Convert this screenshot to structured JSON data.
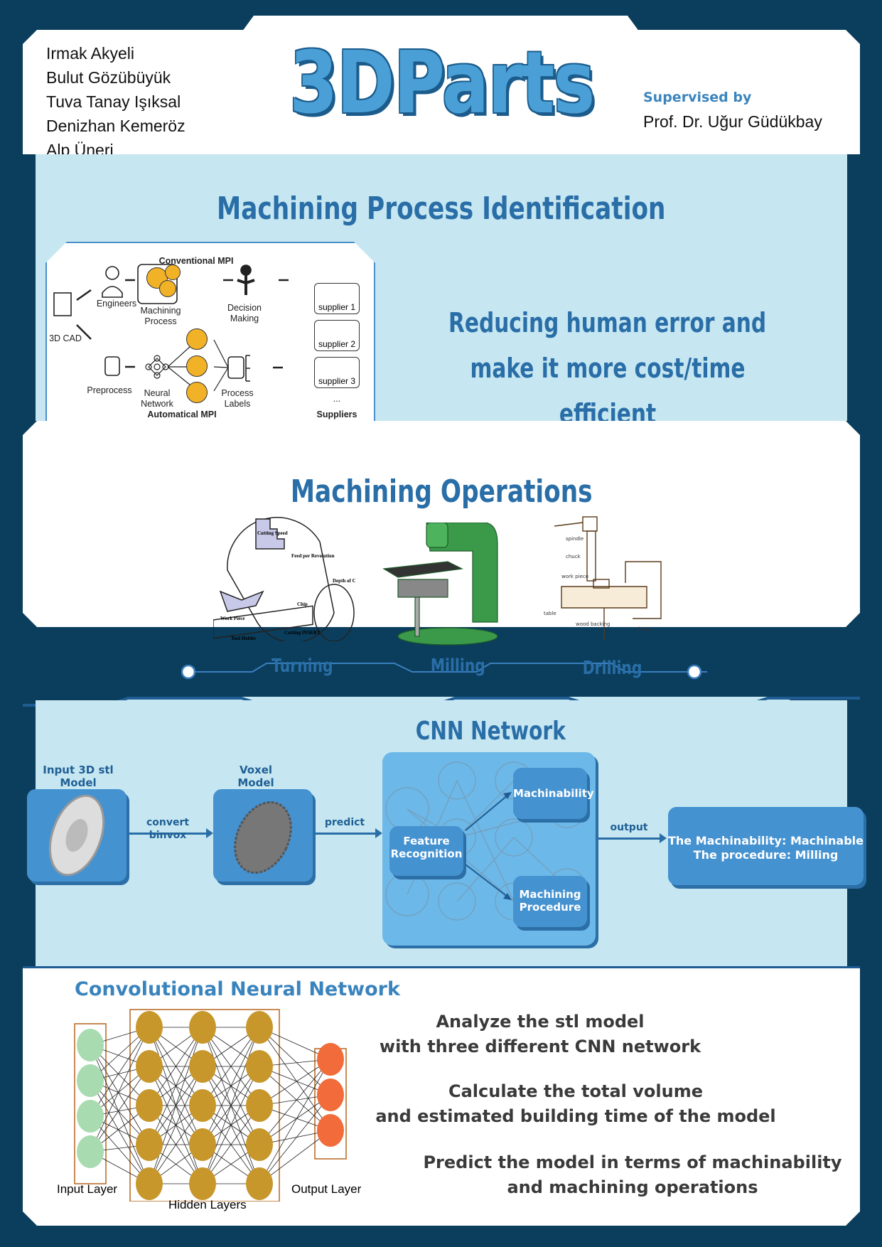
{
  "header": {
    "authors": [
      "Irmak Akyeli",
      "Bulut Gözübüyük",
      "Tuva Tanay Işıksal",
      "Denizhan Kemeröz",
      "Alp Üneri"
    ],
    "logo": "3DParts",
    "supervised_label": "Supervised by",
    "supervisor": "Prof. Dr. Uğur Güdükbay"
  },
  "mpi": {
    "title": "Machining Process Identification",
    "diagram": {
      "conventional": "Conventional MPI",
      "engineers": "Engineers",
      "machining_process": "Machining Process",
      "decision": "Decision Making",
      "cad": "3D CAD",
      "preprocess": "Preprocess",
      "neural": "Neural Network",
      "labels": "Process Labels",
      "automatical": "Automatical MPI",
      "suppliers": [
        "supplier 1",
        "supplier 2",
        "supplier 3"
      ],
      "ellipsis": "...",
      "suppliers_title": "Suppliers"
    },
    "tagline": [
      "Reducing human error and",
      "make it more cost/time efficient"
    ]
  },
  "operations": {
    "title": "Machining Operations",
    "items": [
      "Turning",
      "Milling",
      "Drilling"
    ],
    "turning_labels": [
      "Cutting Speed",
      "Feed per Revolution",
      "Depth of Cut",
      "Work Piece",
      "Chip",
      "Cutting INSERT",
      "Tool Holder"
    ],
    "drilling_labels": [
      "spindle",
      "chuck",
      "work piece",
      "table",
      "wood backing",
      "clamp"
    ]
  },
  "cnn_flow": {
    "title": "CNN Network",
    "input": "Input 3D stl Model",
    "voxel": "Voxel Model",
    "convert": "convert binvox",
    "predict": "predict",
    "feature": "Feature Recognition",
    "machinability": "Machinability",
    "procedure": "Machining Procedure",
    "output": "output",
    "result": [
      "The Machinability: Machinable",
      "The procedure: Milling"
    ]
  },
  "cnn": {
    "title": "Convolutional Neural Network",
    "input_layer": "Input Layer",
    "hidden_layers": "Hidden Layers",
    "output_layer": "Output Layer",
    "points": [
      [
        "Analyze the stl model",
        "with three different CNN network"
      ],
      [
        "Calculate the total volume",
        "and estimated building time of the model"
      ],
      [
        "Predict the model in terms of machinability",
        "and machining operations"
      ]
    ],
    "colors": {
      "input": "#a9dbb0",
      "hidden": "#c7972b",
      "output": "#f26b3b"
    }
  }
}
